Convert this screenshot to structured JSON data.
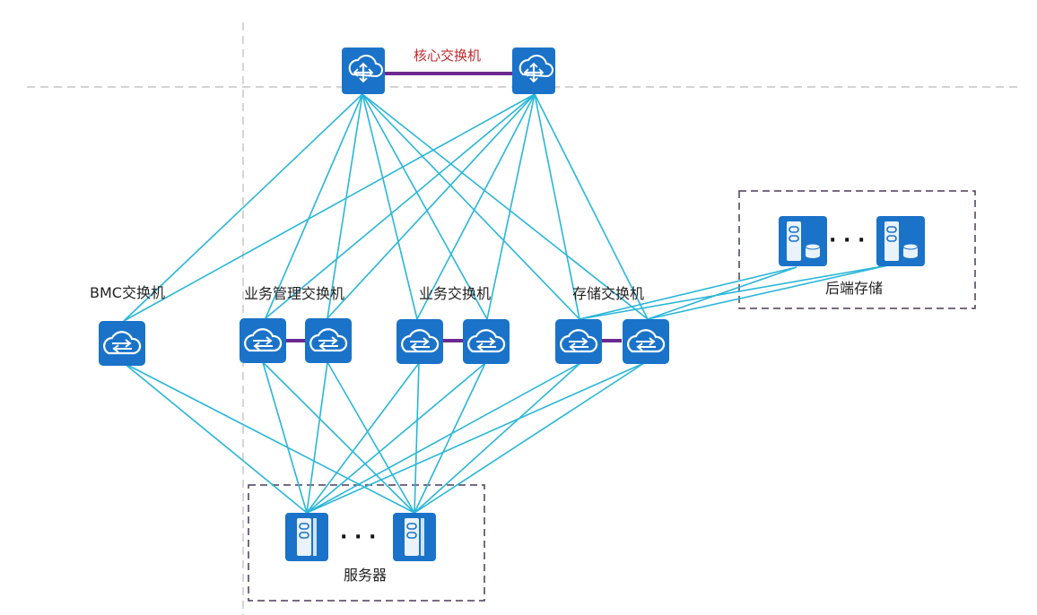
{
  "labels": {
    "core": "核心交换机",
    "bmc": "BMC交换机",
    "mgmt": "业务管理交换机",
    "business": "业务交换机",
    "storage": "存储交换机",
    "backend": "后端存储",
    "servers": "服务器"
  },
  "ellipsis": "· · ·",
  "icons": {
    "core_switch": "core-switch-icon",
    "access_switch": "cloud-switch-icon",
    "server": "server-icon",
    "storage": "storage-array-icon"
  },
  "colors": {
    "link": "#29b6d8",
    "stack": "#6b2a8f",
    "device": "#1a73c8",
    "core_label": "#c0282d",
    "group_border": "#4a3a5a"
  }
}
